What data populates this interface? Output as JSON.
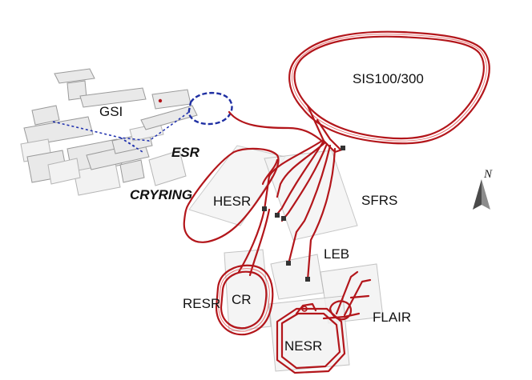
{
  "labels": {
    "sis": "SIS100/300",
    "gsi": "GSI",
    "esr": "ESR",
    "cryring": "CRYRING",
    "hesr": "HESR",
    "sfrs": "SFRS",
    "leb": "LEB",
    "resr": "RESR",
    "cr": "CR",
    "flair": "FLAIR",
    "nesr": "NESR",
    "north": "N"
  },
  "colors": {
    "new_facility": "#b3161b",
    "existing_facility": "#1f2fa3",
    "buildings": "#e9e9e9"
  },
  "icons": {
    "north_arrow": "compass-north-arrow-icon"
  }
}
